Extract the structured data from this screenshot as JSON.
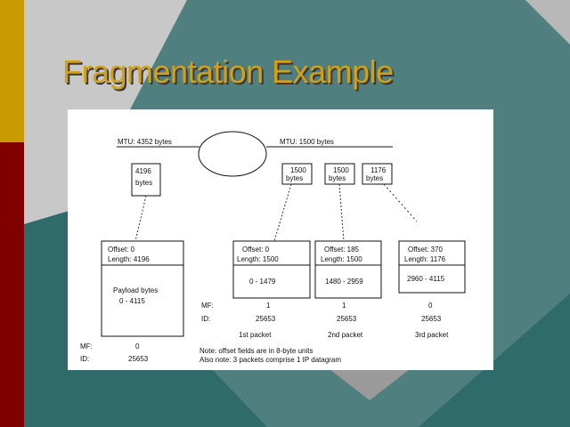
{
  "slide": {
    "title": "Fragmentation Example"
  },
  "diagram": {
    "mtu_left": "MTU: 4352 bytes",
    "mtu_right": "MTU: 1500 bytes",
    "incoming": {
      "line1": "4196",
      "line2": "bytes"
    },
    "small_boxes": [
      {
        "line1": "1500",
        "line2": "bytes"
      },
      {
        "line1": "1500",
        "line2": "bytes"
      },
      {
        "line1": "1176",
        "line2": "bytes"
      }
    ],
    "original": {
      "offset": "Offset: 0",
      "length": "Length: 4196",
      "payload_label": "Payload bytes",
      "payload_range": "0 - 4115",
      "mf_label": "MF:",
      "mf_value": "0",
      "id_label": "ID:",
      "id_value": "25653"
    },
    "fragments": [
      {
        "offset": "Offset: 0",
        "length": "Length: 1500",
        "range": "0 - 1479",
        "mf": "1",
        "id": "25653",
        "label": "1st packet"
      },
      {
        "offset": "Offset: 185",
        "length": "Length: 1500",
        "range": "1480 - 2959",
        "mf": "1",
        "id": "25653",
        "label": "2nd packet"
      },
      {
        "offset": "Offset: 370",
        "length": "Length: 1176",
        "range": "2960 - 4115",
        "mf": "0",
        "id": "25653",
        "label": "3rd packet"
      }
    ],
    "frag_mf_label": "MF:",
    "frag_id_label": "ID:",
    "notes": [
      "Note: offset fields are in 8-byte units",
      "Also note: 3 packets comprise 1 IP datagram"
    ]
  },
  "colors": {
    "title": "#d4a017",
    "bar_gold": "#c8a000",
    "bar_maroon": "#8b0000",
    "teal": "#4f7a79",
    "gray": "#b0b0b0"
  }
}
